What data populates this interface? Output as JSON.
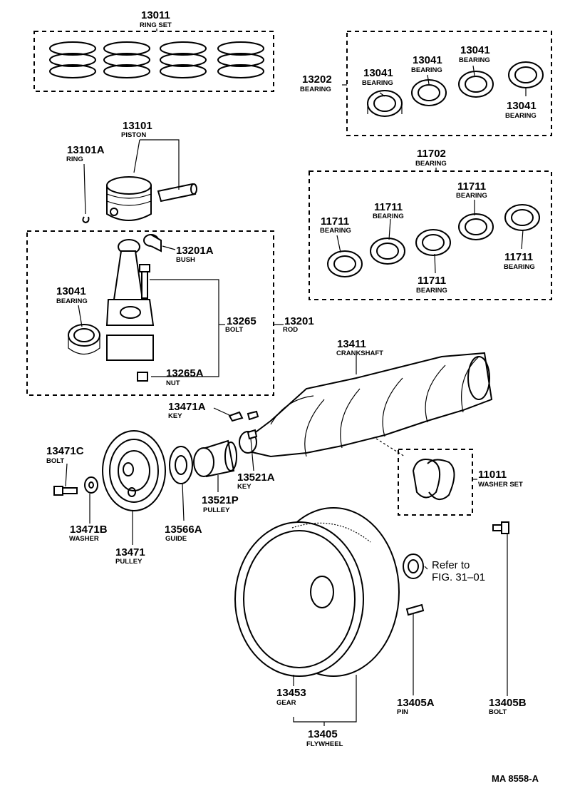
{
  "diagram_code": "MA  8558-A",
  "refer": {
    "line1": "Refer to",
    "line2": "FIG. 31–01"
  },
  "parts": [
    {
      "id": "ring-set",
      "number": "13011",
      "name": "RING SET"
    },
    {
      "id": "bearing-13202",
      "number": "13202",
      "name": "BEARING"
    },
    {
      "id": "bearing-13041-a",
      "number": "13041",
      "name": "BEARING"
    },
    {
      "id": "bearing-13041-b",
      "number": "13041",
      "name": "BEARING"
    },
    {
      "id": "bearing-13041-c",
      "number": "13041",
      "name": "BEARING"
    },
    {
      "id": "bearing-13041-d",
      "number": "13041",
      "name": "BEARING"
    },
    {
      "id": "piston",
      "number": "13101",
      "name": "PISTON"
    },
    {
      "id": "ring",
      "number": "13101A",
      "name": "RING"
    },
    {
      "id": "bearing-11702",
      "number": "11702",
      "name": "BEARING"
    },
    {
      "id": "bearing-11711-a",
      "number": "11711",
      "name": "BEARING"
    },
    {
      "id": "bearing-11711-b",
      "number": "11711",
      "name": "BEARING"
    },
    {
      "id": "bearing-11711-c",
      "number": "11711",
      "name": "BEARING"
    },
    {
      "id": "bearing-11711-d",
      "number": "11711",
      "name": "BEARING"
    },
    {
      "id": "bearing-11711-e",
      "number": "11711",
      "name": "BEARING"
    },
    {
      "id": "bush",
      "number": "13201A",
      "name": "BUSH"
    },
    {
      "id": "bearing-rod",
      "number": "13041",
      "name": "BEARING"
    },
    {
      "id": "rod-bolt",
      "number": "13265",
      "name": "BOLT"
    },
    {
      "id": "rod",
      "number": "13201",
      "name": "ROD"
    },
    {
      "id": "nut",
      "number": "13265A",
      "name": "NUT"
    },
    {
      "id": "crankshaft",
      "number": "13411",
      "name": "CRANKSHAFT"
    },
    {
      "id": "key-13471a",
      "number": "13471A",
      "name": "KEY"
    },
    {
      "id": "bolt-13471c",
      "number": "13471C",
      "name": "BOLT"
    },
    {
      "id": "key-13521a",
      "number": "13521A",
      "name": "KEY"
    },
    {
      "id": "washer-set",
      "number": "11011",
      "name": "WASHER SET"
    },
    {
      "id": "washer",
      "number": "13471B",
      "name": "WASHER"
    },
    {
      "id": "guide",
      "number": "13566A",
      "name": "GUIDE"
    },
    {
      "id": "pulley-13521p",
      "number": "13521P",
      "name": "PULLEY"
    },
    {
      "id": "pulley-13471",
      "number": "13471",
      "name": "PULLEY"
    },
    {
      "id": "gear",
      "number": "13453",
      "name": "GEAR"
    },
    {
      "id": "pin",
      "number": "13405A",
      "name": "PIN"
    },
    {
      "id": "bolt-13405b",
      "number": "13405B",
      "name": "BOLT"
    },
    {
      "id": "flywheel",
      "number": "13405",
      "name": "FLYWHEEL"
    }
  ]
}
